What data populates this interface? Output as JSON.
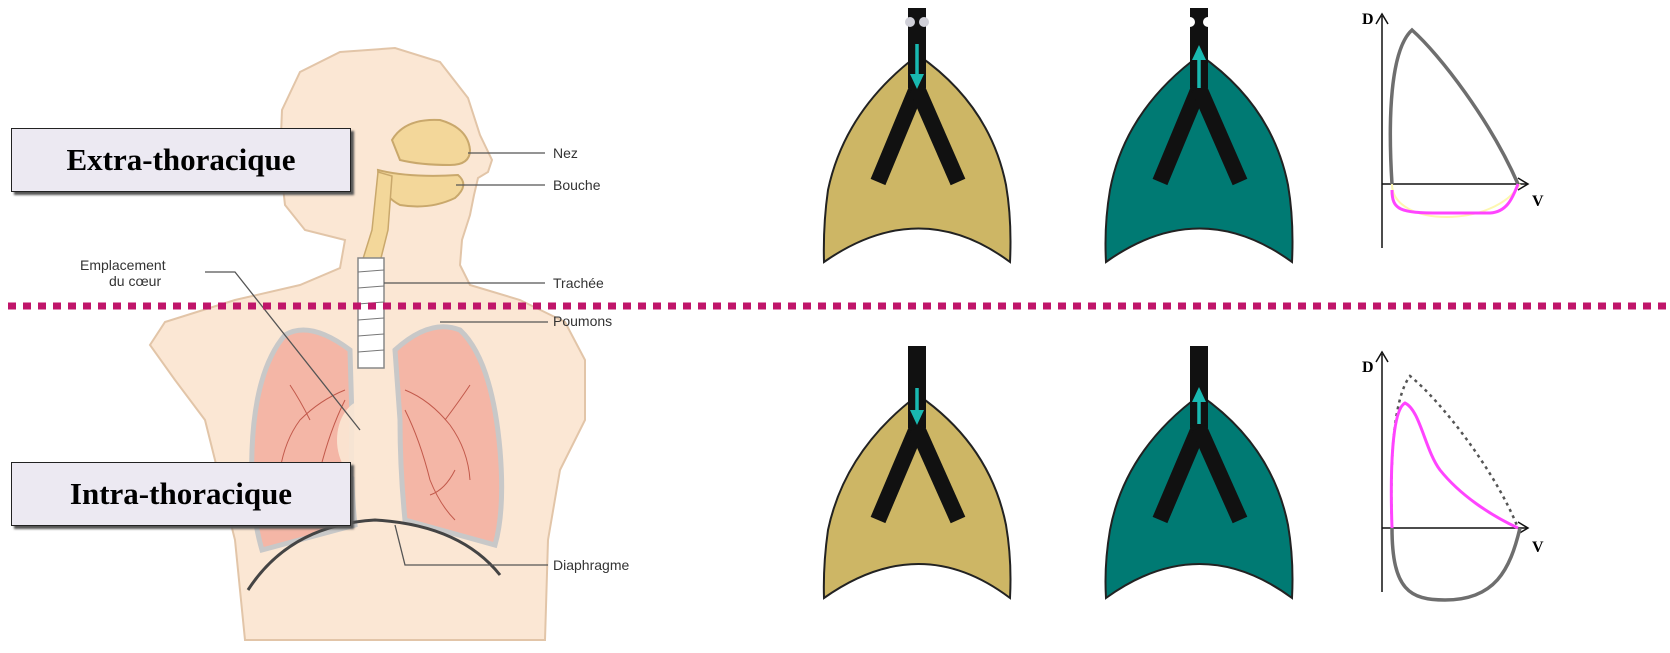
{
  "regions": {
    "extra": {
      "label": "Extra-thoracique"
    },
    "intra": {
      "label": "Intra-thoracique"
    }
  },
  "anatomy_labels": {
    "nose": "Nez",
    "mouth": "Bouche",
    "heart_line1": "Emplacement",
    "heart_line2": "du cœur",
    "trachea": "Trachée",
    "lungs": "Poumons",
    "diaphragm": "Diaphragme"
  },
  "loop_axes": {
    "x": "V",
    "y": "D"
  },
  "colors": {
    "divider": "#c0156a",
    "inspiration_lung": "#cdb665",
    "expiration_lung": "#007a73",
    "airflow_arrow": "#19b8b0",
    "loop_normal": "#6e6e6e",
    "loop_abnormal": "#ff44ff"
  },
  "icons": {
    "arrow_down": "airflow-down-arrow-icon",
    "arrow_up": "airflow-up-arrow-icon"
  }
}
